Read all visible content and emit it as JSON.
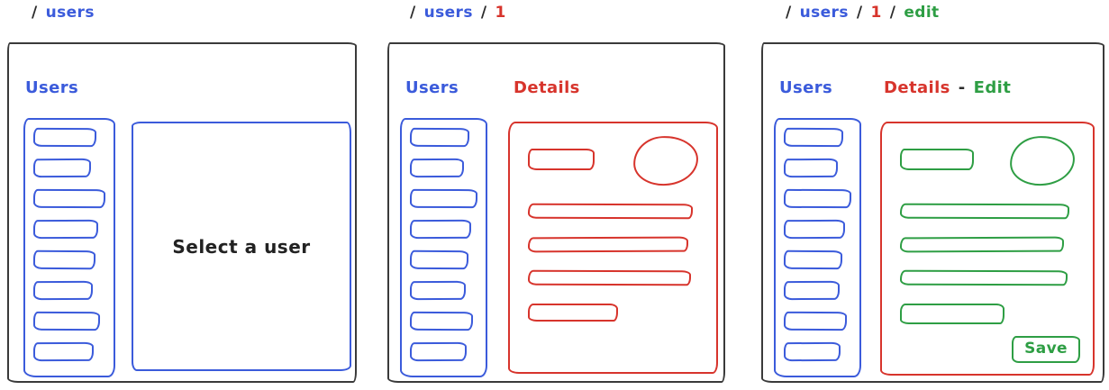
{
  "colors": {
    "ink": "#2b2b2b",
    "blue": "#3b5bdb",
    "red": "#d7342c",
    "green": "#2e9e44"
  },
  "panels": [
    {
      "breadcrumb": [
        {
          "text": "/",
          "color": "ink"
        },
        {
          "text": "users",
          "color": "blue"
        }
      ],
      "users_heading": "Users",
      "sidebar_item_count": 8,
      "main_placeholder": "Select a user"
    },
    {
      "breadcrumb": [
        {
          "text": "/",
          "color": "ink"
        },
        {
          "text": "users",
          "color": "blue"
        },
        {
          "text": "/",
          "color": "ink"
        },
        {
          "text": "1",
          "color": "red"
        }
      ],
      "users_heading": "Users",
      "sidebar_item_count": 8,
      "details_heading": "Details",
      "form_rows_long": 3,
      "form_rows_short": 1
    },
    {
      "breadcrumb": [
        {
          "text": "/",
          "color": "ink"
        },
        {
          "text": "users",
          "color": "blue"
        },
        {
          "text": "/",
          "color": "ink"
        },
        {
          "text": "1",
          "color": "red"
        },
        {
          "text": "/",
          "color": "ink"
        },
        {
          "text": "edit",
          "color": "green"
        }
      ],
      "users_heading": "Users",
      "sidebar_item_count": 8,
      "details_heading": "Details",
      "heading_separator": "-",
      "edit_heading": "Edit",
      "form_rows_long": 3,
      "form_rows_short": 1,
      "save_button": "Save"
    }
  ]
}
